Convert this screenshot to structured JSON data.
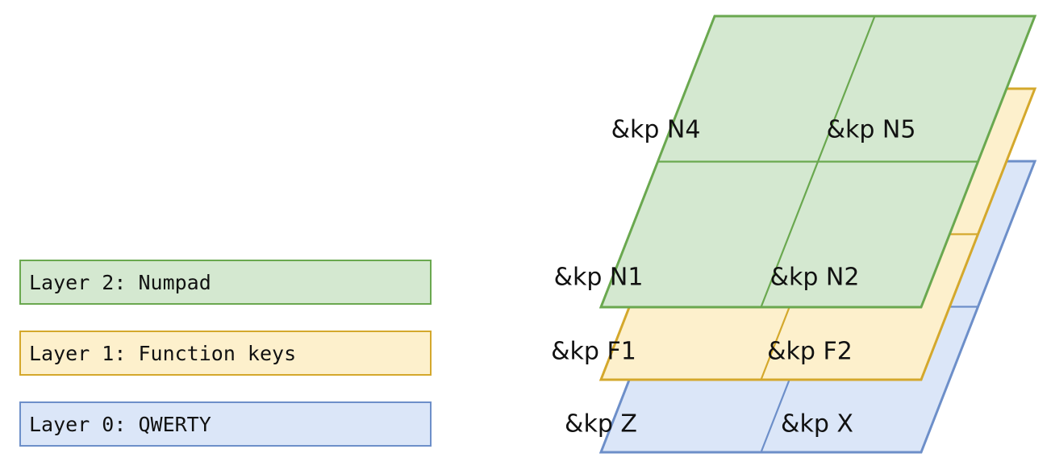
{
  "diagram": {
    "title_text": "",
    "background": "#ffffff",
    "layers": [
      {
        "id": "layer0",
        "legend_label": "Layer 0: QWERTY",
        "fill": "#dbe6f8",
        "stroke": "#6d8fc9",
        "z_order": 1,
        "keys": [
          {
            "position": "top-left",
            "binding": "&kp Z"
          },
          {
            "position": "top-right",
            "binding": "&kp X"
          }
        ]
      },
      {
        "id": "layer1",
        "legend_label": "Layer 1: Function keys",
        "fill": "#fdf0cc",
        "stroke": "#d4a82c",
        "z_order": 2,
        "keys": [
          {
            "position": "top-left",
            "binding": "&kp F1"
          },
          {
            "position": "top-right",
            "binding": "&kp F2"
          }
        ]
      },
      {
        "id": "layer2",
        "legend_label": "Layer 2: Numpad",
        "fill": "#d4e8d0",
        "stroke": "#6aa84f",
        "z_order": 3,
        "keys": [
          {
            "position": "top-left",
            "binding": "&kp N4"
          },
          {
            "position": "top-right",
            "binding": "&kp N5"
          },
          {
            "position": "bottom-left",
            "binding": "&kp N1"
          },
          {
            "position": "bottom-right",
            "binding": "&kp N2"
          }
        ]
      }
    ]
  },
  "legend": {
    "items": [
      {
        "key": "layer2",
        "label": "Layer 2: Numpad"
      },
      {
        "key": "layer1",
        "label": "Layer 1: Function keys"
      },
      {
        "key": "layer0",
        "label": "Layer 0: QWERTY"
      }
    ]
  },
  "stack": {
    "keys_visible": {
      "layer2_r1c1": "&kp N4",
      "layer2_r1c2": "&kp N5",
      "layer2_r2c1": "&kp N1",
      "layer2_r2c2": "&kp N2",
      "layer1_r2c1": "&kp F1",
      "layer1_r2c2": "&kp F2",
      "layer0_r2c1": "&kp Z",
      "layer0_r2c2": "&kp X"
    }
  }
}
